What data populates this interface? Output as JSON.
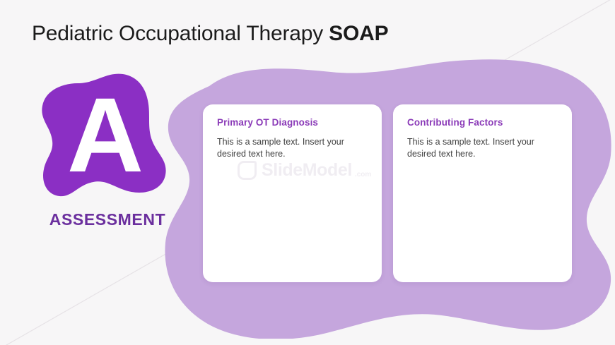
{
  "slide": {
    "title_normal": "Pediatric Occupational Therapy ",
    "title_bold": "SOAP",
    "background_color": "#f7f6f7"
  },
  "badge": {
    "letter": "A",
    "label": "ASSESSMENT",
    "blob_color": "#8b2fc4",
    "letter_color": "#ffffff",
    "label_color": "#6b2f9e"
  },
  "decor": {
    "background_blob_color": "#c5a6dd"
  },
  "cards": [
    {
      "title": "Primary OT Diagnosis",
      "body": "This is a sample text. Insert your desired text here.",
      "title_color": "#8b3bb8"
    },
    {
      "title": "Contributing Factors",
      "body": "This is a sample text. Insert your desired text here.",
      "title_color": "#8b3bb8"
    }
  ],
  "watermark": {
    "brand": "SlideModel",
    "tld": ".com",
    "icon": "rounded-square-logo",
    "color": "#cfc6d6"
  }
}
